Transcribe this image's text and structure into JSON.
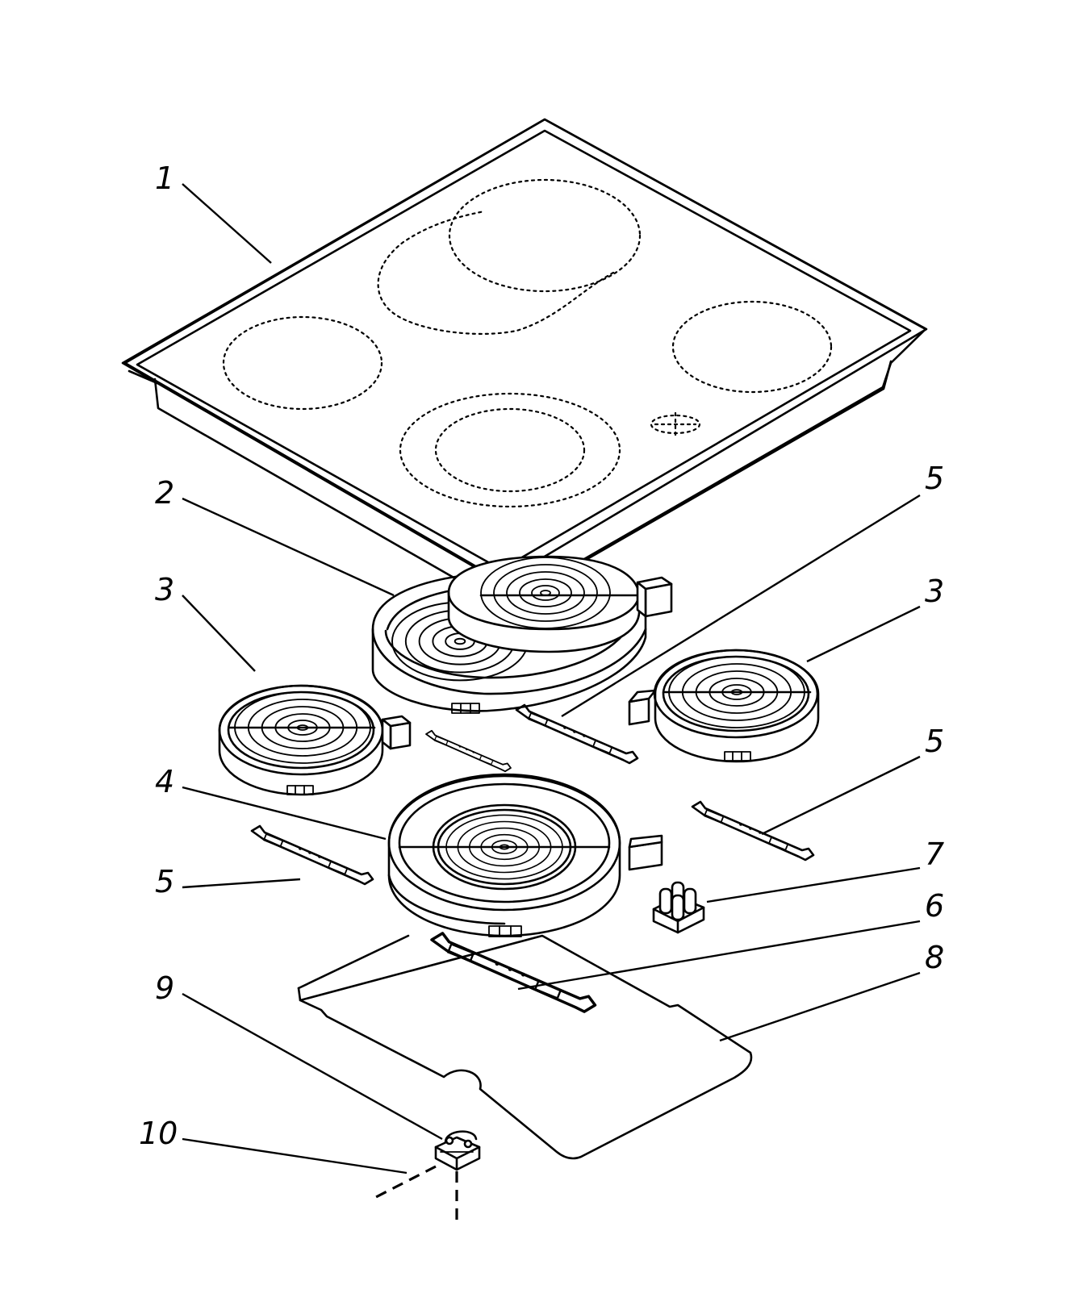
{
  "callouts": {
    "c1": "1",
    "c2": "2",
    "c3a": "3",
    "c3b": "3",
    "c4": "4",
    "c5a": "5",
    "c5b": "5",
    "c5c": "5",
    "c6": "6",
    "c7": "7",
    "c8": "8",
    "c9": "9",
    "c10": "10"
  },
  "colors": {
    "line": "#000000",
    "background": "#ffffff"
  }
}
